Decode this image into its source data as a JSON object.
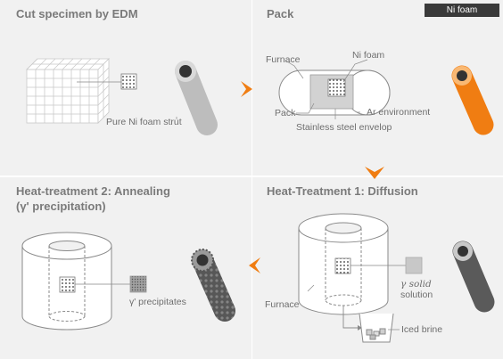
{
  "badge": "Ni foam",
  "panels": {
    "cut": {
      "title": "Cut specimen by EDM",
      "strut_label": "Pure Ni foam strut"
    },
    "pack": {
      "title": "Pack",
      "furnace_label": "Furnace",
      "nifoam_label": "Ni foam",
      "pack_label": "Pack",
      "ar_label": "Ar environment",
      "envelop_label": "Stainless steel envelop"
    },
    "diffusion": {
      "title": "Heat-Treatment 1: Diffusion",
      "solid_label_line1": "γ solid",
      "solid_label_line2": "solution",
      "furnace_label": "Furnace",
      "brine_label": "Iced brine"
    },
    "annealing": {
      "title_line1": "Heat-treatment 2: Annealing",
      "title_line2": "(γ' precipitation)",
      "precip_label": "γ' precipitates"
    }
  },
  "colors": {
    "background": "#f1f1f1",
    "arrow_orange": "#f07d12",
    "strut_gray": "#bdbdbd",
    "strut_dark": "#6a6a6a",
    "strut_orange": "#f07d12",
    "text_gray": "#7a7a7a"
  }
}
